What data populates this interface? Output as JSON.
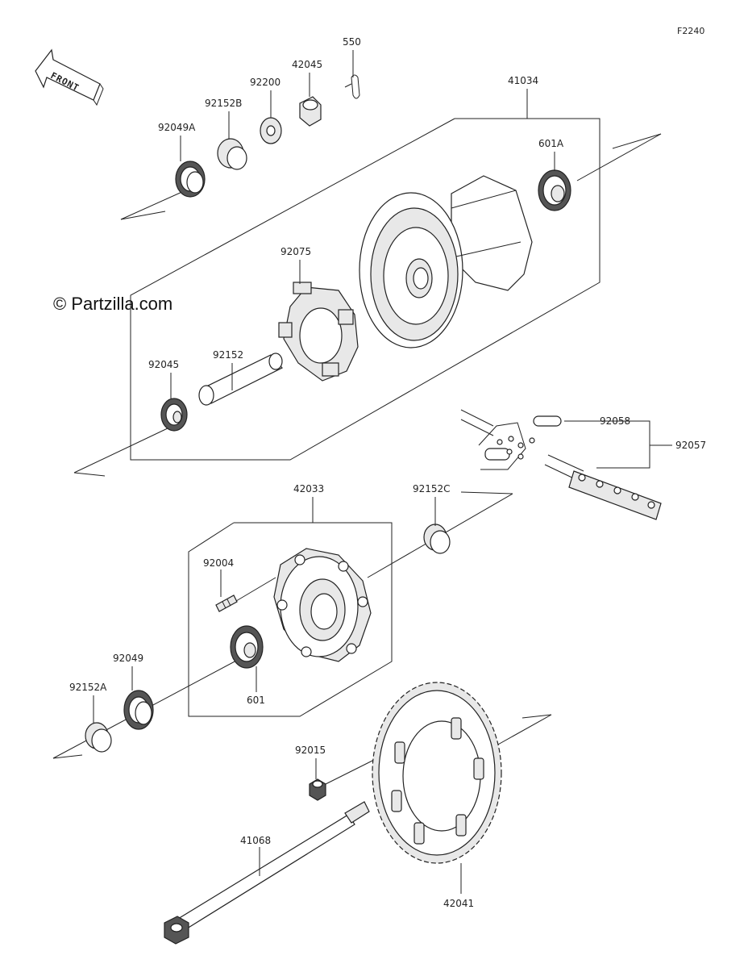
{
  "diagram_code": "F2240",
  "watermark": "© Partzilla.com",
  "direction_label": "FRONT",
  "labels": {
    "p550": "550",
    "p42045": "42045",
    "p92200": "92200",
    "p92152B": "92152B",
    "p92049A": "92049A",
    "p41034": "41034",
    "p601A": "601A",
    "p92075": "92075",
    "p92152": "92152",
    "p92045": "92045",
    "p92058": "92058",
    "p92057": "92057",
    "p42033": "42033",
    "p92152C": "92152C",
    "p92004": "92004",
    "p92049": "92049",
    "p92152A": "92152A",
    "p601": "601",
    "p92015": "92015",
    "p41068": "41068",
    "p42041": "42041"
  }
}
